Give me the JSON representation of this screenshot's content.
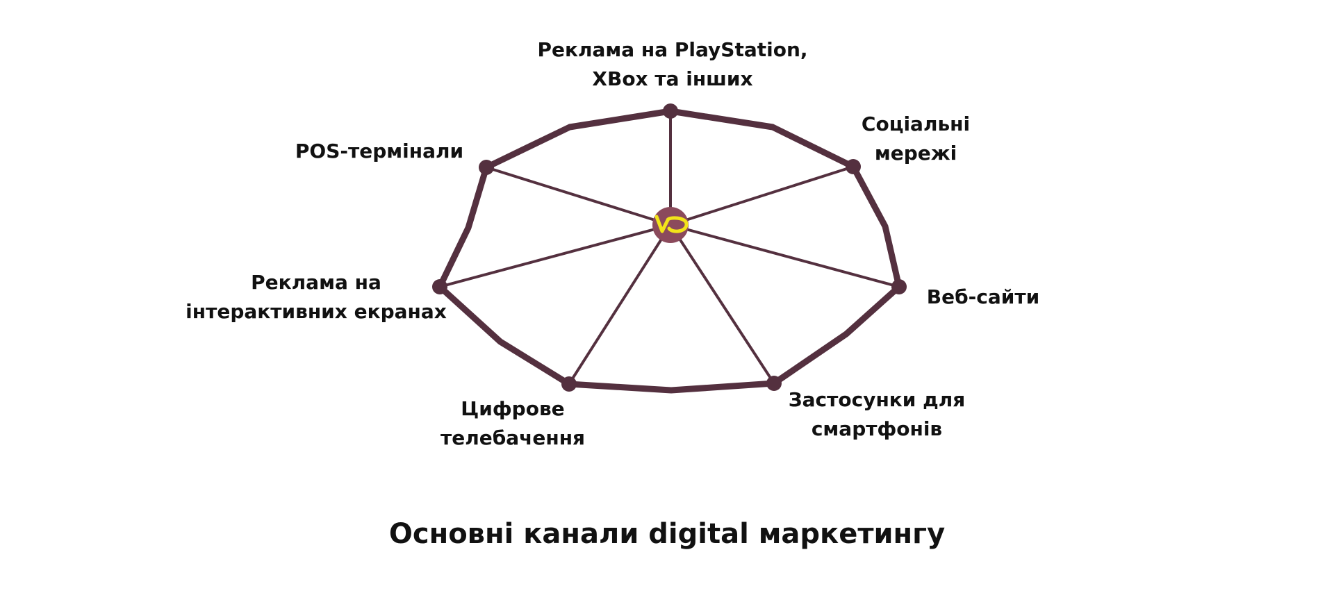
{
  "diagram": {
    "title": "Основні канали digital маркетингу",
    "center_logo": "WD logo",
    "colors": {
      "line": "#54303F",
      "hub": "#8B4A5C",
      "logo": "#F2E41A",
      "text": "#111111"
    },
    "channels": [
      {
        "id": "playstation",
        "lines": [
          "Реклама на PlayStation,",
          "XBox та інших"
        ]
      },
      {
        "id": "social",
        "lines": [
          "Соціальні",
          "мережі"
        ]
      },
      {
        "id": "websites",
        "lines": [
          "Веб-сайти"
        ]
      },
      {
        "id": "apps",
        "lines": [
          "Застосунки для",
          "смартфонів"
        ]
      },
      {
        "id": "digital-tv",
        "lines": [
          "Цифрове",
          "телебачення"
        ]
      },
      {
        "id": "screens",
        "lines": [
          "Реклама на",
          "інтерактивних екранах"
        ]
      },
      {
        "id": "pos",
        "lines": [
          "POS-термінали"
        ]
      }
    ]
  }
}
